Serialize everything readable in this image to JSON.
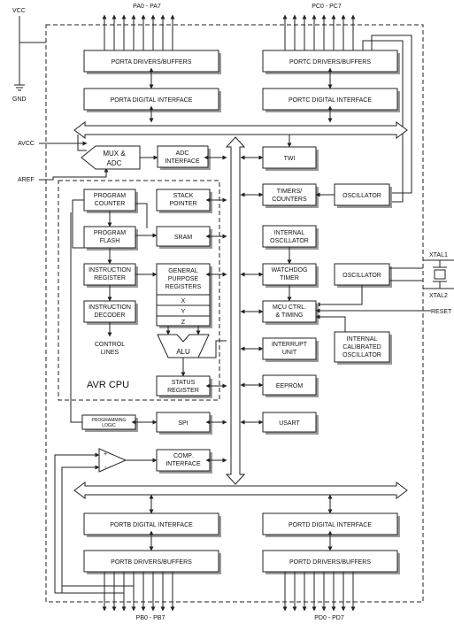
{
  "pins": {
    "vcc": "VCC",
    "gnd": "GND",
    "avcc": "AVCC",
    "aref": "AREF",
    "porta": "PA0 - PA7",
    "portc": "PC0 - PC7",
    "portb": "PB0 - PB7",
    "portd": "PD0 - PD7",
    "xtal1": "XTAL1",
    "xtal2": "XTAL2",
    "reset": "RESET"
  },
  "blocks": {
    "porta_drivers": "PORTA DRIVERS/BUFFERS",
    "portc_drivers": "PORTC DRIVERS/BUFFERS",
    "porta_digital": "PORTA DIGITAL INTERFACE",
    "portc_digital": "PORTC DIGITAL INTERFACE",
    "mux_adc": [
      "MUX &",
      "ADC"
    ],
    "adc_interface": [
      "ADC",
      "INTERFACE"
    ],
    "twi": "TWI",
    "program_counter": [
      "PROGRAM",
      "COUNTER"
    ],
    "stack_pointer": [
      "STACK",
      "POINTER"
    ],
    "timers_counters": [
      "TIMERS/",
      "COUNTERS"
    ],
    "oscillator_1": "OSCILLATOR",
    "program_flash": [
      "PROGRAM",
      "FLASH"
    ],
    "sram": "SRAM",
    "internal_oscillator": [
      "INTERNAL",
      "OSCILLATOR"
    ],
    "instruction_register": [
      "INSTRUCTION",
      "REGISTER"
    ],
    "gp_registers": [
      "GENERAL",
      "PURPOSE",
      "REGISTERS"
    ],
    "reg_x": "X",
    "reg_y": "Y",
    "reg_z": "Z",
    "watchdog_timer": [
      "WATCHDOG",
      "TIMER"
    ],
    "oscillator_2": "OSCILLATOR",
    "instruction_decoder": [
      "INSTRUCTION",
      "DECODER"
    ],
    "mcu_ctrl": [
      "MCU CTRL.",
      "& TIMING"
    ],
    "control_lines": [
      "CONTROL",
      "LINES"
    ],
    "alu": "ALU",
    "interrupt_unit": [
      "INTERRUPT",
      "UNIT"
    ],
    "internal_calibrated_osc": [
      "INTERNAL",
      "CALIBRATED",
      "OSCILLATOR"
    ],
    "avr_cpu": "AVR CPU",
    "status_register": [
      "STATUS",
      "REGISTER"
    ],
    "eeprom": "EEPROM",
    "programming_logic": [
      "PROGRAMMING",
      "LOGIC"
    ],
    "spi": "SPI",
    "usart": "USART",
    "comp_interface": [
      "COMP.",
      "INTERFACE"
    ],
    "portb_digital": "PORTB DIGITAL INTERFACE",
    "portd_digital": "PORTD DIGITAL INTERFACE",
    "portb_drivers": "PORTB DRIVERS/BUFFERS",
    "portd_drivers": "PORTD DRIVERS/BUFFERS"
  },
  "comparator_signs": {
    "plus": "+",
    "minus": "-"
  }
}
